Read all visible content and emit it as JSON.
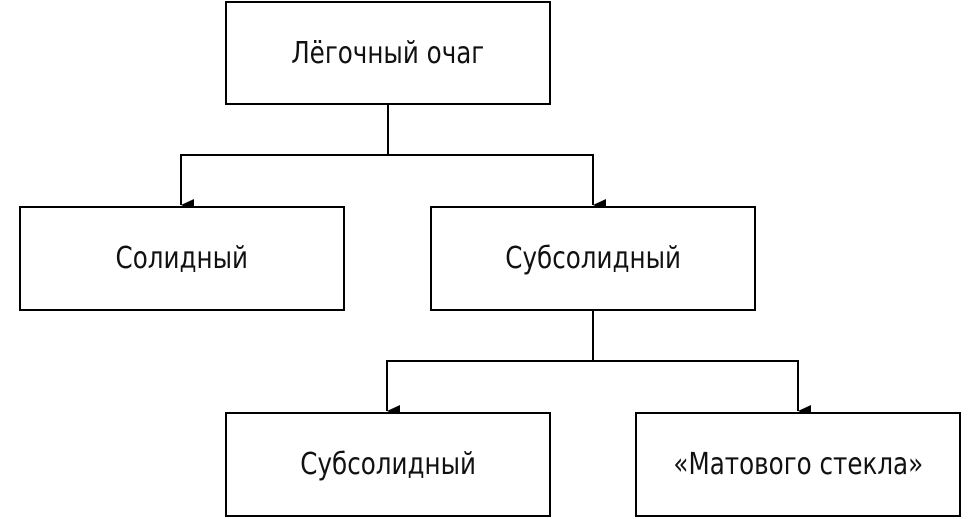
{
  "diagram": {
    "nodes": {
      "root": "Лёгочный очаг",
      "solid": "Солидный",
      "subsolid": "Субсолидный",
      "subsolid_child": "Субсолидный",
      "ground_glass": "«Матового стекла»"
    },
    "edges": [
      [
        "root",
        "solid"
      ],
      [
        "root",
        "subsolid"
      ],
      [
        "subsolid",
        "subsolid_child"
      ],
      [
        "subsolid",
        "ground_glass"
      ]
    ],
    "colors": {
      "line": "#000000",
      "text": "#111111",
      "background": "#ffffff"
    }
  }
}
